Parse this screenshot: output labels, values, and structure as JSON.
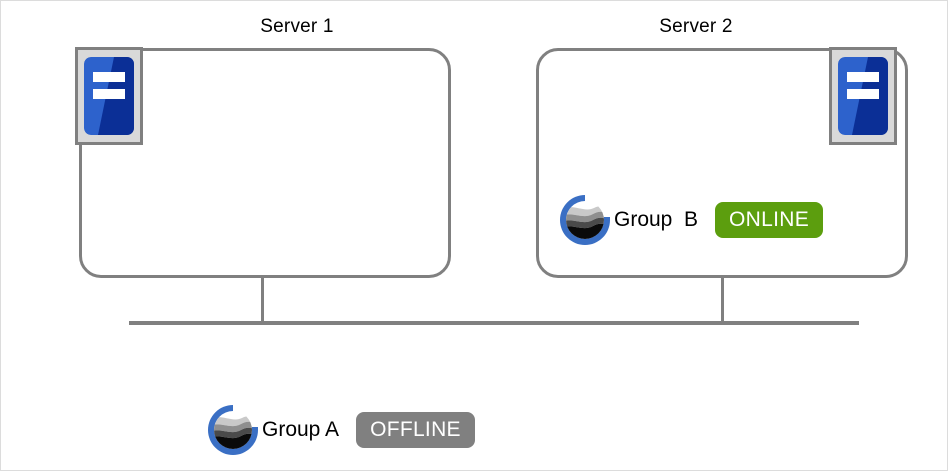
{
  "diagram": {
    "title_hidden": "",
    "servers": [
      {
        "name": "Server 1",
        "icon_name": "server-rack-icon",
        "icon_position": "top-left",
        "groups": []
      },
      {
        "name": "Server 2",
        "icon_name": "server-rack-icon",
        "icon_position": "top-right",
        "groups": [
          {
            "logo_name": "group-logo-icon",
            "label": "Group  B",
            "status": "ONLINE",
            "status_color": "#5c9e0e"
          }
        ]
      }
    ],
    "unassigned_groups": [
      {
        "logo_name": "group-logo-icon",
        "label": "Group A",
        "status": "OFFLINE",
        "status_color": "#808080"
      }
    ],
    "colors": {
      "box_border": "#808080",
      "bus_line": "#808080",
      "icon_frame_fill": "#d9d9d9",
      "rack_blue_light": "#2d62cc",
      "rack_blue_dark": "#0b2f96",
      "logo_ring_blue": "#3a6fc4",
      "page_border": "#dcdcdc"
    }
  }
}
